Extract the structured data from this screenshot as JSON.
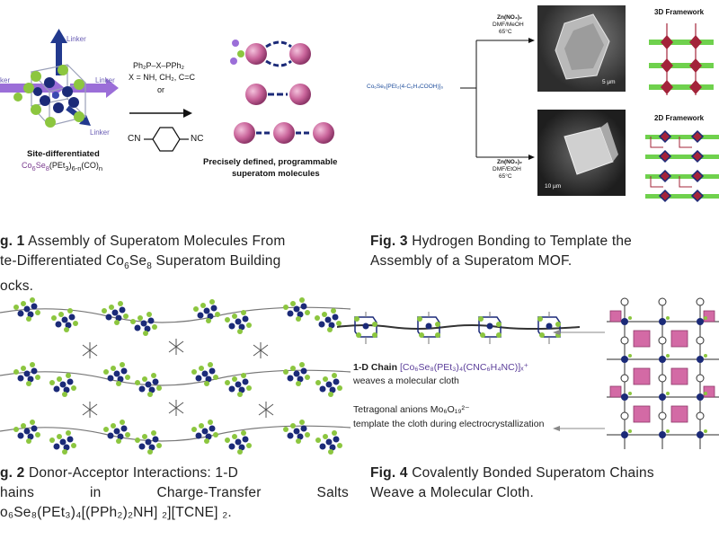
{
  "fig1": {
    "caption_label": "g. 1",
    "caption_line1": "Assembly of Superatom Molecules From",
    "caption_line2": "te-Differentiated Co",
    "caption_sub6": "6",
    "caption_se": "Se",
    "caption_sub8": "8",
    "caption_line2_end": " Superatom Building",
    "caption_line3": "ocks.",
    "linker_top": "Linker",
    "linker_left": "ker",
    "linker_right": "Linker",
    "linker_bottom": "Linker",
    "site_label1": "Site-differentiated",
    "site_label2": "Co",
    "site_label2_rest": "Se",
    "site_label2_tail": "(PEt",
    "site_label2_end": ")",
    "site_label2_end2": "(CO)",
    "reagent_line1": "Ph₂P–X–PPh₂",
    "reagent_line2": "X = NH, CH₂, C=C",
    "reagent_or": "or",
    "reagent_cn_left": "CN",
    "reagent_cn_right": "NC",
    "product_line1": "Precisely defined, programmable",
    "product_line2": "superatom molecules"
  },
  "fig3": {
    "caption_label": "Fig. 3",
    "caption_line1": " Hydrogen Bonding to Template the",
    "caption_line2": "Assembly of a Superatom MOF.",
    "start_formula": "Co₆Se₈[PEt₂(4-C₆H₄COOH)]₆",
    "cond_top1": "Zn(NO₃)₂",
    "cond_top2": "DMF/MeOH",
    "cond_top3": "65°C",
    "cond_bot1": "Zn(NO₃)₂",
    "cond_bot2": "DMF/EtOH",
    "cond_bot3": "65°C",
    "scale_top": "5 µm",
    "scale_bot": "10 µm",
    "framework_3d": "3D Framework",
    "framework_2d": "2D Framework"
  },
  "fig2": {
    "caption_label": "g. 2",
    "caption_line1": " Donor-Acceptor Interactions: 1-D",
    "caption_line2a": "hains",
    "caption_line2b": "in",
    "caption_line2c": "Charge-Transfer",
    "caption_line2d": "Salts",
    "caption_line3": "o₆Se₈(PEt₃)₄[(PPh₂)₂NH] ₂][TCNE] ₂."
  },
  "fig4": {
    "caption_label": "Fig. 4",
    "caption_line1": " Covalently Bonded Superatom Chains",
    "caption_line2": "Weave a Molecular Cloth.",
    "chain_label_bold": "1-D Chain",
    "chain_formula": "[Co₆Se₈(PEt₃)₄(CNC₆H₄NC)]ₓ⁺",
    "chain_desc": "weaves a molecular cloth",
    "anion_line1": "Tetragonal anions Mo₆O₁₉²⁻",
    "anion_line2": "template the cloth during electrocrystallization"
  },
  "colors": {
    "cluster_navy": "#1b2a78",
    "cluster_green": "#8cc63f",
    "linker_purple": "#8b5cc7",
    "sphere_pink": "#c9649a",
    "framework_green": "#6fd14d",
    "framework_red": "#a3243a",
    "cloth_pink": "#d36aa5"
  }
}
